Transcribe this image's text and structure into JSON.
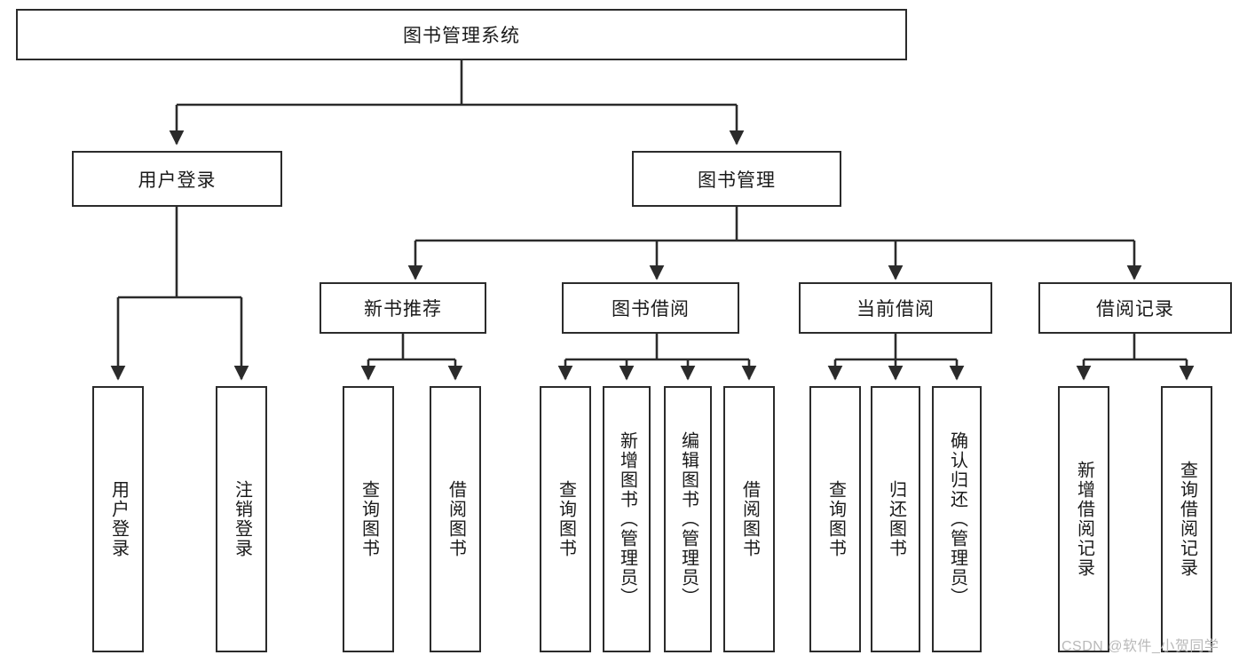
{
  "diagram": {
    "title": "图书管理系统",
    "type": "tree",
    "watermark": "CSDN @软件_小贺同学",
    "colors": {
      "stroke": "#2b2b2b",
      "fill": "#ffffff",
      "text": "#1a1a1a",
      "watermark": "#b9b9b9"
    },
    "levels": {
      "root": {
        "label": "图书管理系统"
      },
      "level2": [
        {
          "label": "用户登录"
        },
        {
          "label": "图书管理"
        }
      ],
      "level3": [
        {
          "label": "新书推荐"
        },
        {
          "label": "图书借阅"
        },
        {
          "label": "当前借阅"
        },
        {
          "label": "借阅记录"
        }
      ],
      "leaves": [
        {
          "label": "用户登录",
          "parent": "用户登录"
        },
        {
          "label": "注销登录",
          "parent": "用户登录"
        },
        {
          "label": "查询图书",
          "parent": "新书推荐"
        },
        {
          "label": "借阅图书",
          "parent": "新书推荐"
        },
        {
          "label": "查询图书",
          "parent": "图书借阅"
        },
        {
          "label": "新增图书（管理员）",
          "parent": "图书借阅"
        },
        {
          "label": "编辑图书（管理员）",
          "parent": "图书借阅"
        },
        {
          "label": "借阅图书",
          "parent": "图书借阅"
        },
        {
          "label": "查询图书",
          "parent": "当前借阅"
        },
        {
          "label": "归还图书",
          "parent": "当前借阅"
        },
        {
          "label": "确认归还（管理员）",
          "parent": "当前借阅"
        },
        {
          "label": "新增借阅记录",
          "parent": "借阅记录"
        },
        {
          "label": "查询借阅记录",
          "parent": "借阅记录"
        }
      ]
    }
  }
}
